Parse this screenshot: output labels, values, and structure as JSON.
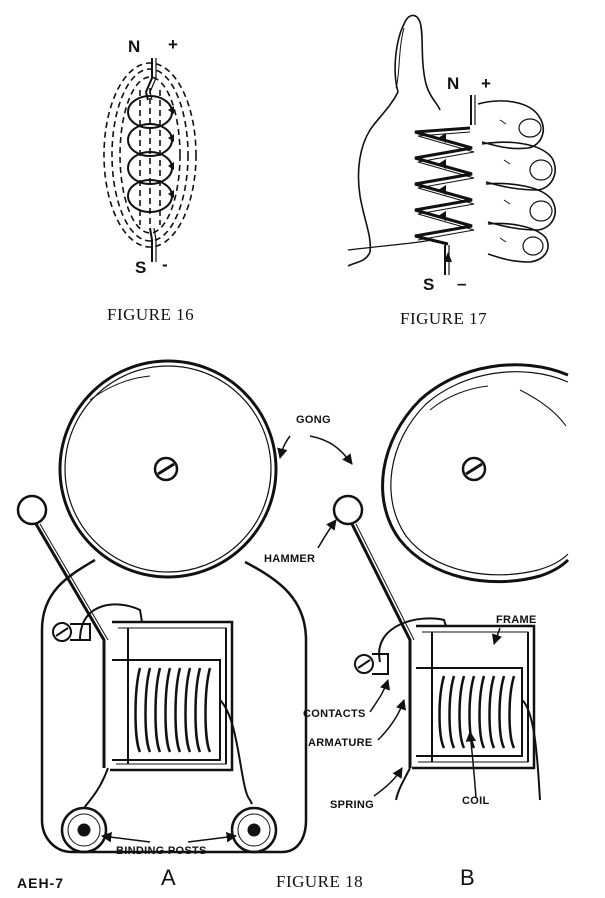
{
  "figure16": {
    "caption": "FIGURE 16",
    "north": "N",
    "north_sign": "+",
    "south": "S",
    "south_sign": "-"
  },
  "figure17": {
    "caption": "FIGURE 17",
    "north": "N",
    "north_sign": "+",
    "south": "S",
    "south_sign": "–"
  },
  "figure18": {
    "caption": "FIGURE 18",
    "panel_a": "A",
    "panel_b": "B",
    "labels": {
      "gong": "GONG",
      "hammer": "HAMMER",
      "frame": "FRAME",
      "contacts": "CONTACTS",
      "armature": "ARMATURE",
      "spring": "SPRING",
      "coil": "COIL",
      "binding_posts": "BINDING POSTS"
    }
  },
  "code": "AEH-7"
}
